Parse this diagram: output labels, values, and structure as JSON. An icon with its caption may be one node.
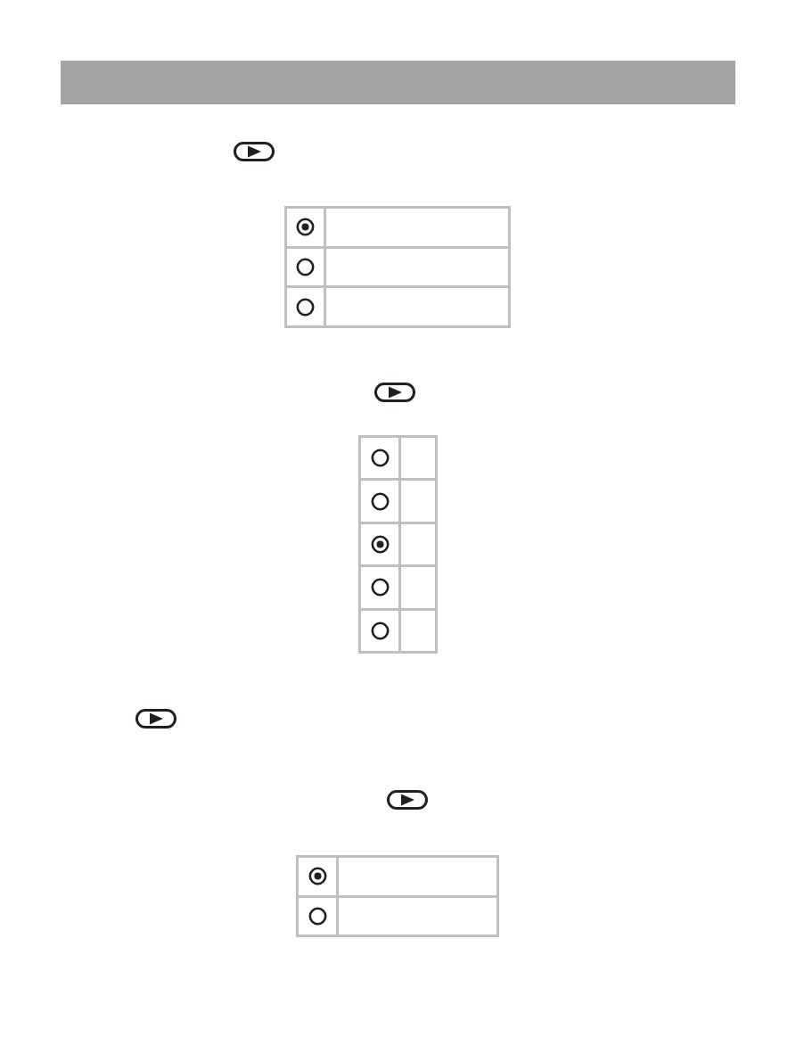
{
  "diagram": {
    "nodes": [
      {
        "text": [],
        "shape": "bar"
      },
      {
        "text": [],
        "shape": "box"
      },
      {
        "text": [],
        "shape": "box",
        "in": 1
      },
      {
        "text": [],
        "shape": "box",
        "in": 1
      },
      {
        "text": [],
        "shape": "box",
        "in": 1
      },
      {
        "text": [],
        "shape": "box"
      },
      {
        "text": [],
        "shape": "box",
        "in": 5
      },
      {
        "text": [],
        "shape": "box",
        "in": 5
      },
      {
        "text": [],
        "shape": "box",
        "in": 5
      },
      {
        "text": [],
        "shape": "box",
        "in": 5
      },
      {
        "text": [],
        "shape": "box",
        "in": 5
      },
      {
        "text": [],
        "shape": "box"
      },
      {
        "text": [],
        "shape": "box",
        "in": 11
      },
      {
        "text": [],
        "shape": "box",
        "in": 11
      }
    ]
  }
}
